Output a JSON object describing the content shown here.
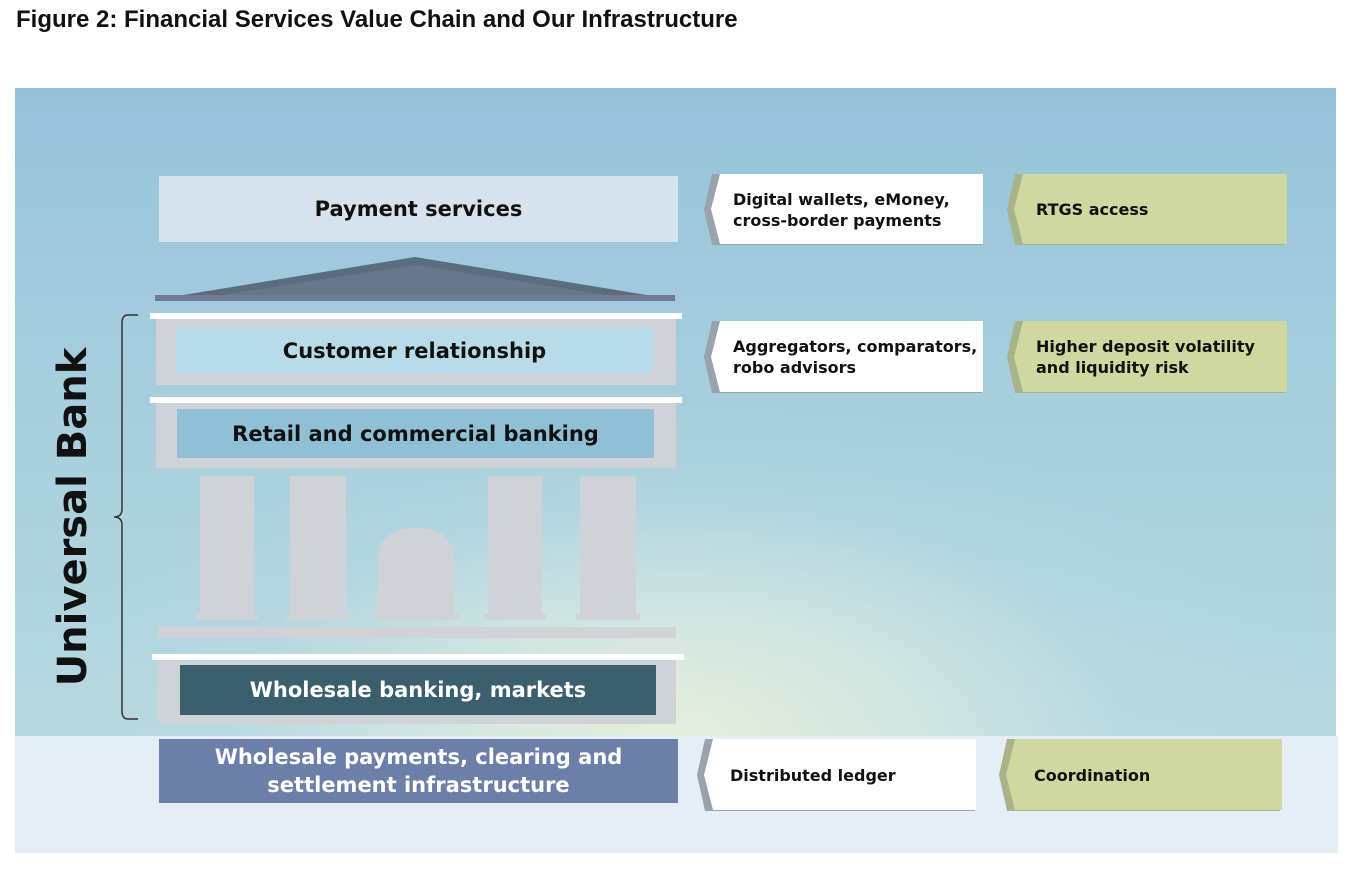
{
  "figure": {
    "title": "Figure 2: Financial Services Value Chain and Our Infrastructure"
  },
  "value_chain": {
    "universal_bank_label": "Universal Bank",
    "payment_services": "Payment services",
    "customer_relationship": "Customer relationship",
    "retail_commercial": "Retail and commercial banking",
    "wholesale_markets": "Wholesale banking, markets",
    "infrastructure": "Wholesale payments, clearing and\nsettlement infrastructure"
  },
  "disruptors": [
    "Digital wallets, eMoney,\ncross-border payments",
    "Aggregators, comparators,\nrobo advisors",
    "Distributed ledger"
  ],
  "our_infrastructure": [
    "RTGS access",
    "Higher deposit volatility\nand liquidity risk",
    "Coordination"
  ],
  "colors": {
    "payment_box": "#d6e3ec",
    "customer_box": "#b9dae8",
    "retail_box": "#8fc0d6",
    "wholesale_box": "#3b5f6d",
    "infrastructure_box": "#6c7fa8",
    "disruptor_tag": "#ffffff",
    "infrastructure_tag": "#cfd89e",
    "roof": "#5b6b80",
    "building_grey": "#cfd2d6"
  }
}
